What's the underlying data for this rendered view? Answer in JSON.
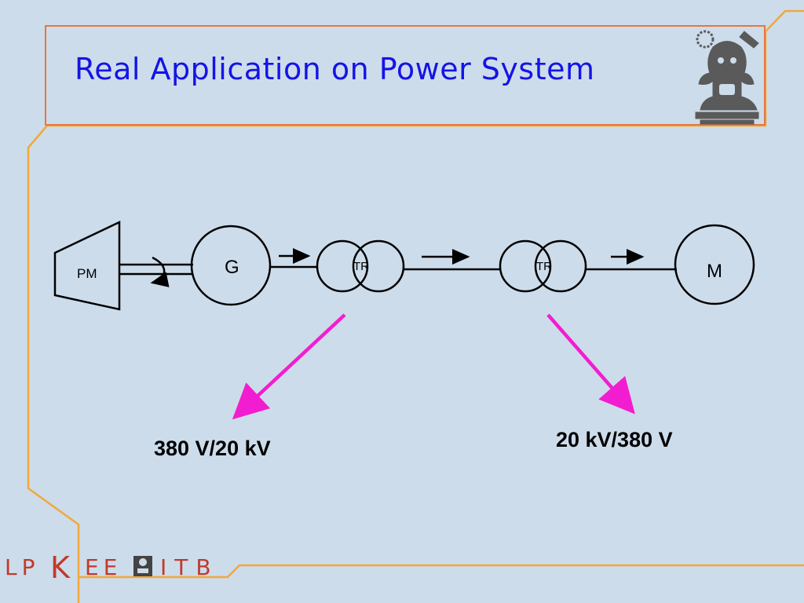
{
  "slide": {
    "title": "Real Application on Power System"
  },
  "diagram": {
    "prime_mover_label": "PM",
    "generator_label": "G",
    "transformer_1_label": "TR",
    "transformer_2_label": "TR",
    "motor_label": "M",
    "step_up_ratio": "380 V/20 kV",
    "step_down_ratio": "20 kV/380 V"
  },
  "footer": {
    "logo_text_left": "LP",
    "logo_text_k": "K",
    "logo_text_ee": "EE",
    "logo_text_right": "ITB"
  },
  "colors": {
    "background": "#cddceb",
    "frame_orange": "#f0a83a",
    "title_blue": "#1414e6",
    "pointer_magenta": "#f21dd0"
  },
  "icons": [
    "ganesha-emblem-icon"
  ]
}
